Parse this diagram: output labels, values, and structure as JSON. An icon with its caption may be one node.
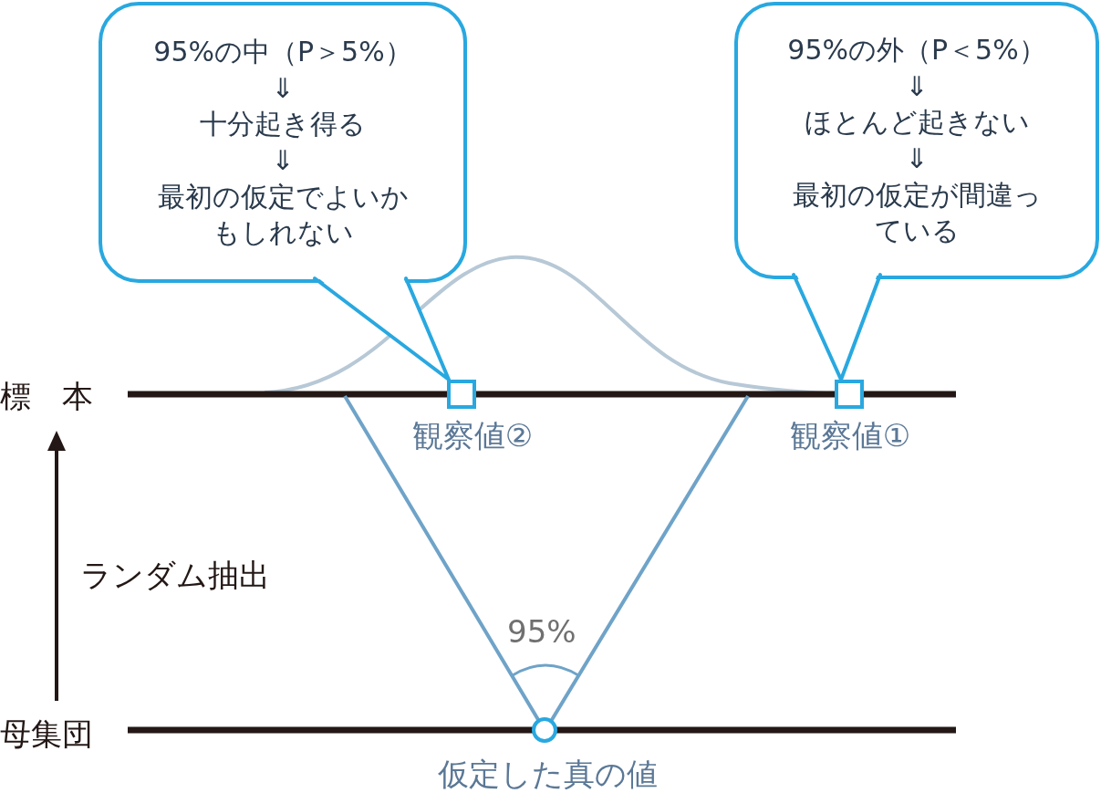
{
  "diagram": {
    "nodes": [
      {
        "text": [
          "95%の中（P＞5%）",
          "⇓",
          "十分起き得る",
          "⇓",
          "最初の仮定でよいかもしれない"
        ]
      },
      {
        "text": [
          "95%の外（P＜5%）",
          "⇓",
          "ほとんど起きない",
          "⇓",
          "最初の仮定が間違っている"
        ]
      },
      {
        "text": [],
        "shape": "box",
        "beside": [
          "観察値②"
        ]
      },
      {
        "text": [],
        "shape": "box",
        "beside": [
          "観察値①"
        ]
      },
      {
        "text": [],
        "shape": "circle",
        "beside": [
          "仮定した真の値"
        ]
      }
    ],
    "edges": [
      {
        "from": 0,
        "to": 2,
        "arrow": "none"
      },
      {
        "from": 1,
        "to": 3,
        "arrow": "none"
      }
    ],
    "labels": [
      "標　本",
      "ランダム抽出",
      "95%",
      "母集団"
    ]
  }
}
